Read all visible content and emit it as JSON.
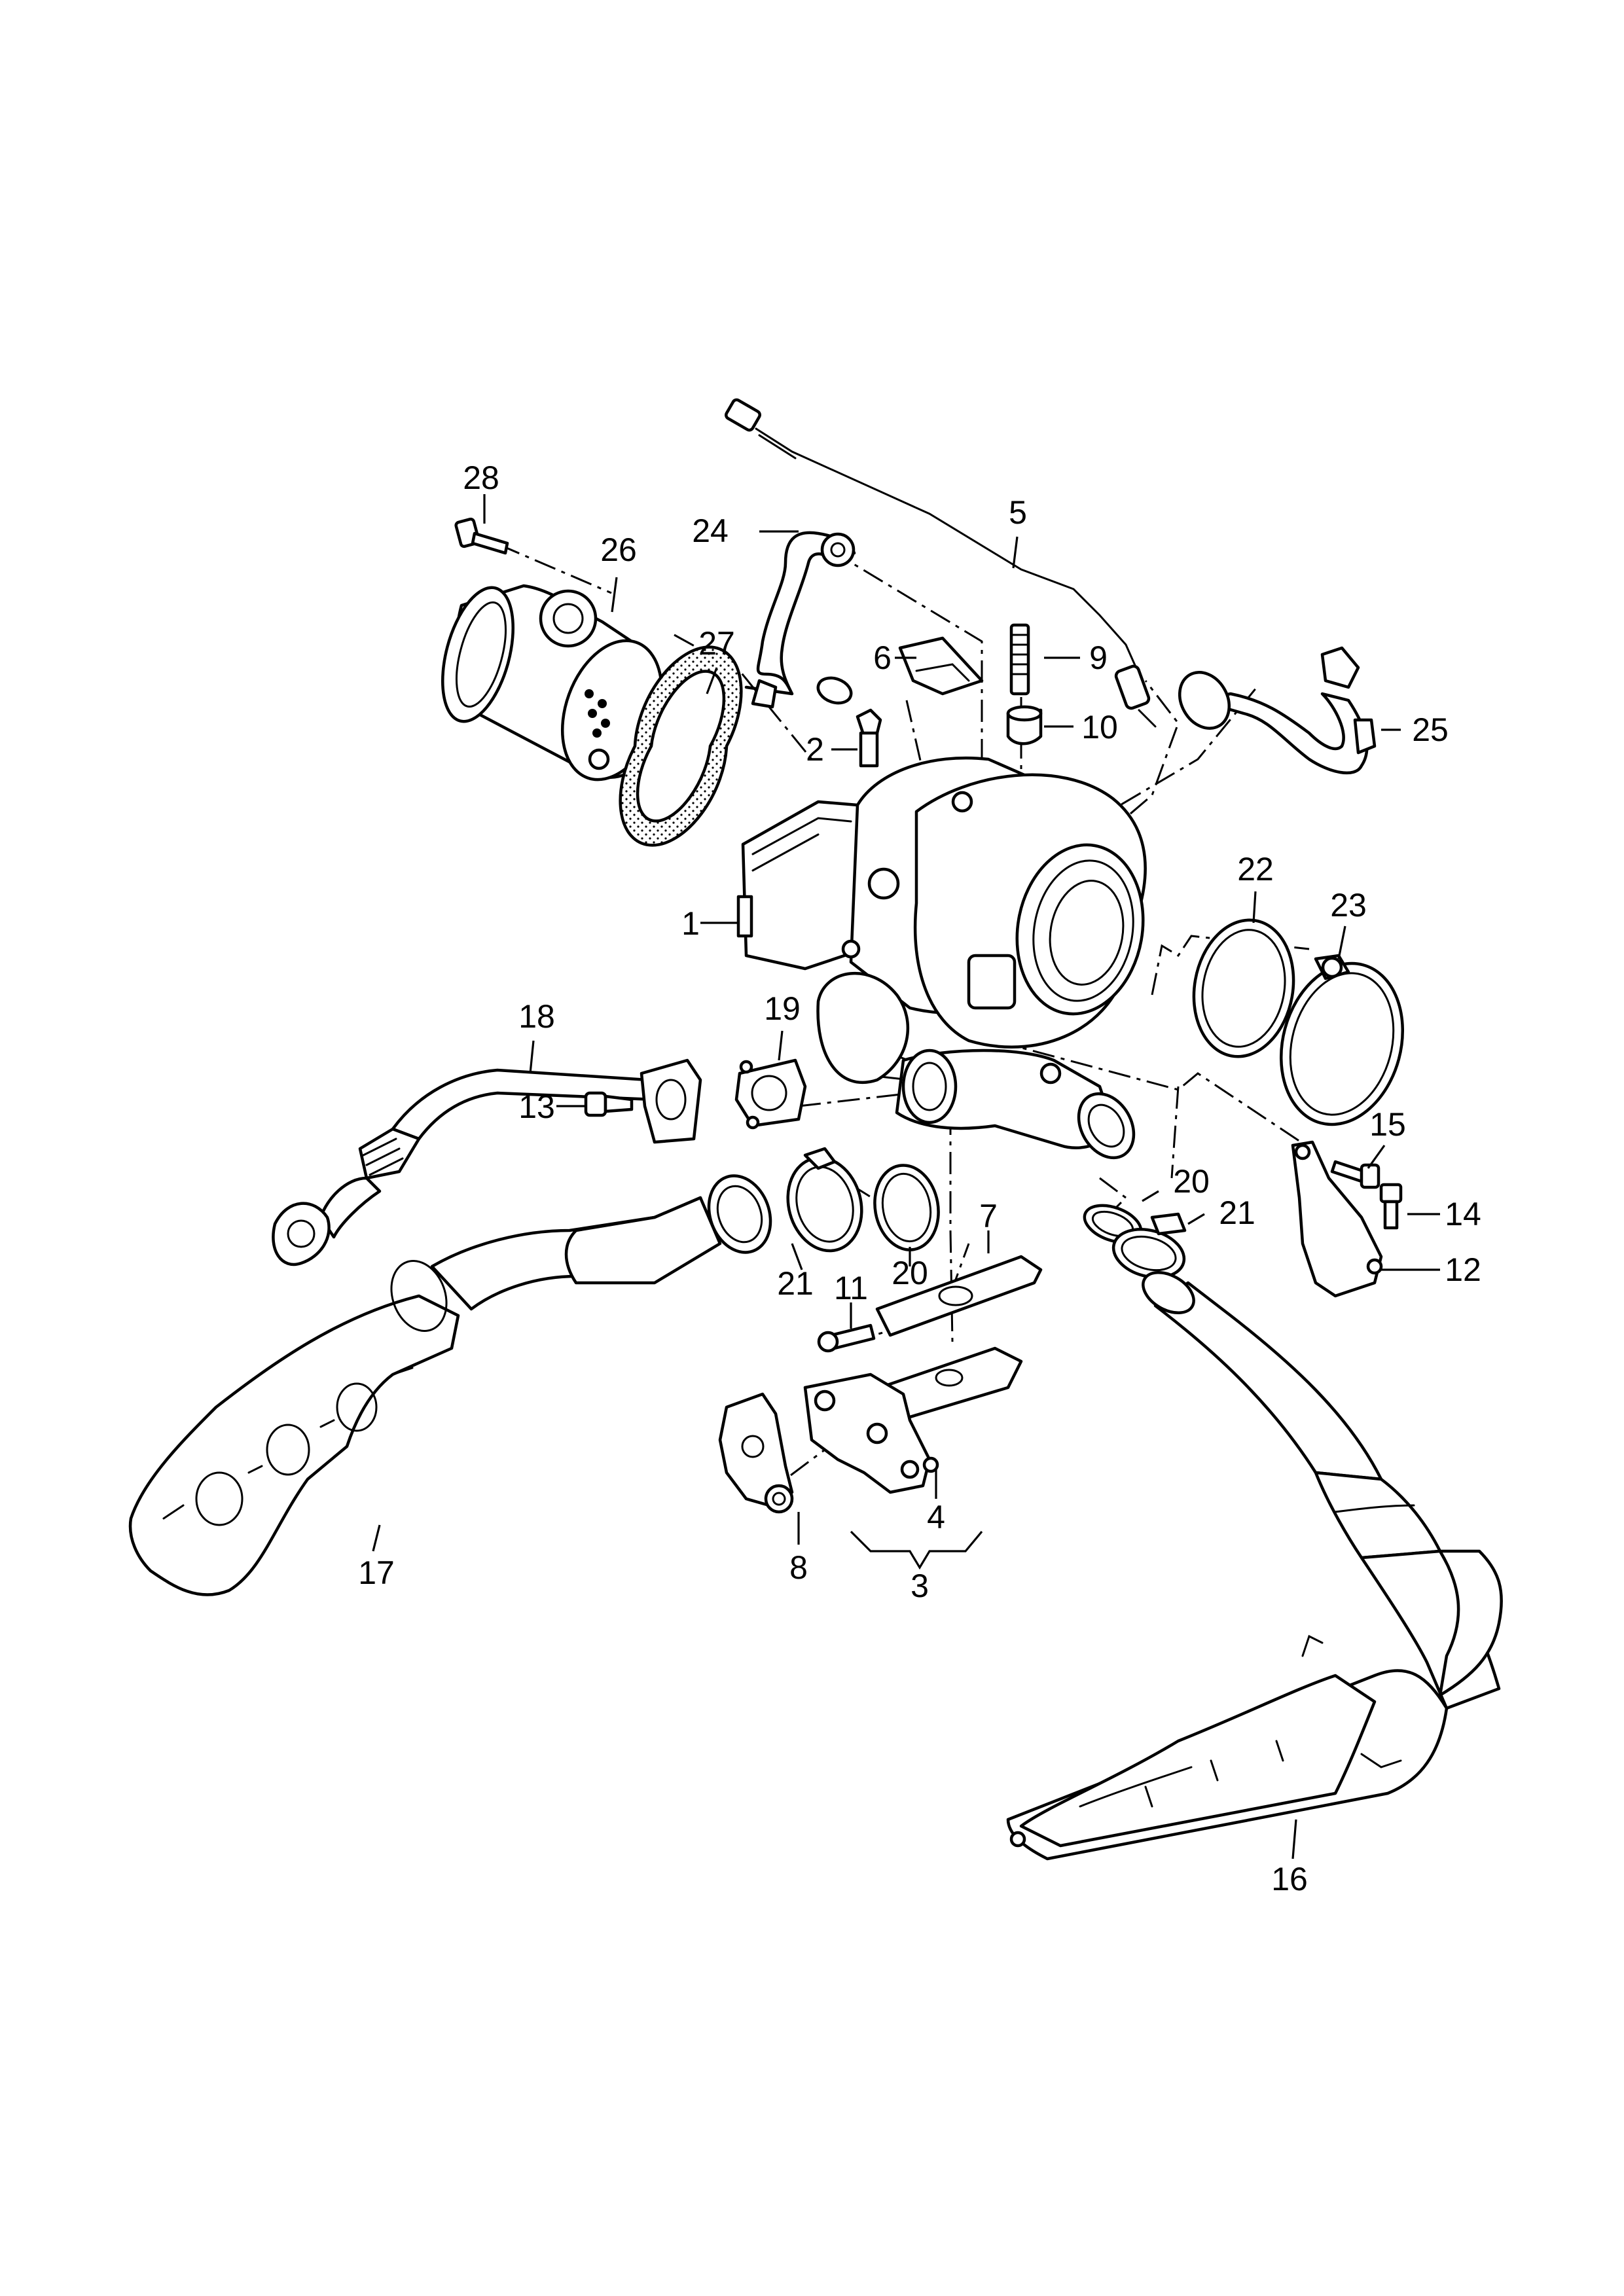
{
  "diagram": {
    "callouts": [
      {
        "id": "c1",
        "label": "1"
      },
      {
        "id": "c2",
        "label": "2"
      },
      {
        "id": "c3",
        "label": "3"
      },
      {
        "id": "c4",
        "label": "4"
      },
      {
        "id": "c5",
        "label": "5"
      },
      {
        "id": "c6",
        "label": "6"
      },
      {
        "id": "c7",
        "label": "7"
      },
      {
        "id": "c8",
        "label": "8"
      },
      {
        "id": "c9",
        "label": "9"
      },
      {
        "id": "c10",
        "label": "10"
      },
      {
        "id": "c11",
        "label": "11"
      },
      {
        "id": "c12",
        "label": "12"
      },
      {
        "id": "c13",
        "label": "13"
      },
      {
        "id": "c14",
        "label": "14"
      },
      {
        "id": "c15",
        "label": "15"
      },
      {
        "id": "c16",
        "label": "16"
      },
      {
        "id": "c17",
        "label": "17"
      },
      {
        "id": "c18",
        "label": "18"
      },
      {
        "id": "c19",
        "label": "19"
      },
      {
        "id": "c20a",
        "label": "20"
      },
      {
        "id": "c20b",
        "label": "20"
      },
      {
        "id": "c21a",
        "label": "21"
      },
      {
        "id": "c21b",
        "label": "21"
      },
      {
        "id": "c22",
        "label": "22"
      },
      {
        "id": "c23",
        "label": "23"
      },
      {
        "id": "c24",
        "label": "24"
      },
      {
        "id": "c25",
        "label": "25"
      },
      {
        "id": "c26",
        "label": "26"
      },
      {
        "id": "c27",
        "label": "27"
      },
      {
        "id": "c28",
        "label": "28"
      }
    ]
  }
}
